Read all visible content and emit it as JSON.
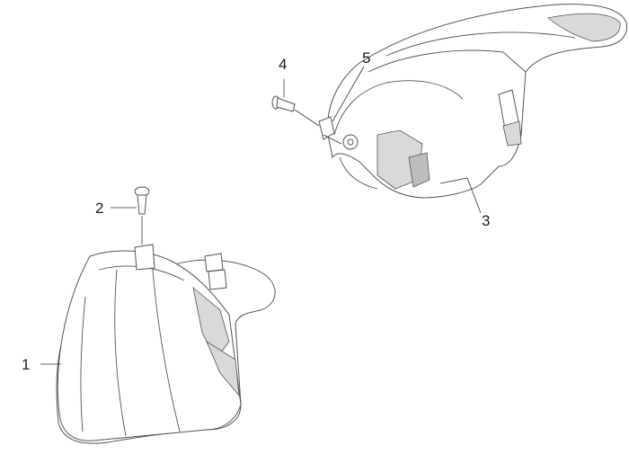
{
  "diagram": {
    "type": "exploded-parts-diagram",
    "callouts": [
      {
        "id": "1",
        "label": "1",
        "part": "front mudguard"
      },
      {
        "id": "2",
        "label": "2",
        "part": "screw"
      },
      {
        "id": "3",
        "label": "3",
        "part": "rear mudguard"
      },
      {
        "id": "4",
        "label": "4",
        "part": "screw"
      },
      {
        "id": "5",
        "label": "5",
        "part": "clip nut"
      }
    ],
    "colors": {
      "line": "#555555",
      "shade": "#d9d9d9",
      "text": "#1a1a1a",
      "background": "#ffffff"
    }
  }
}
